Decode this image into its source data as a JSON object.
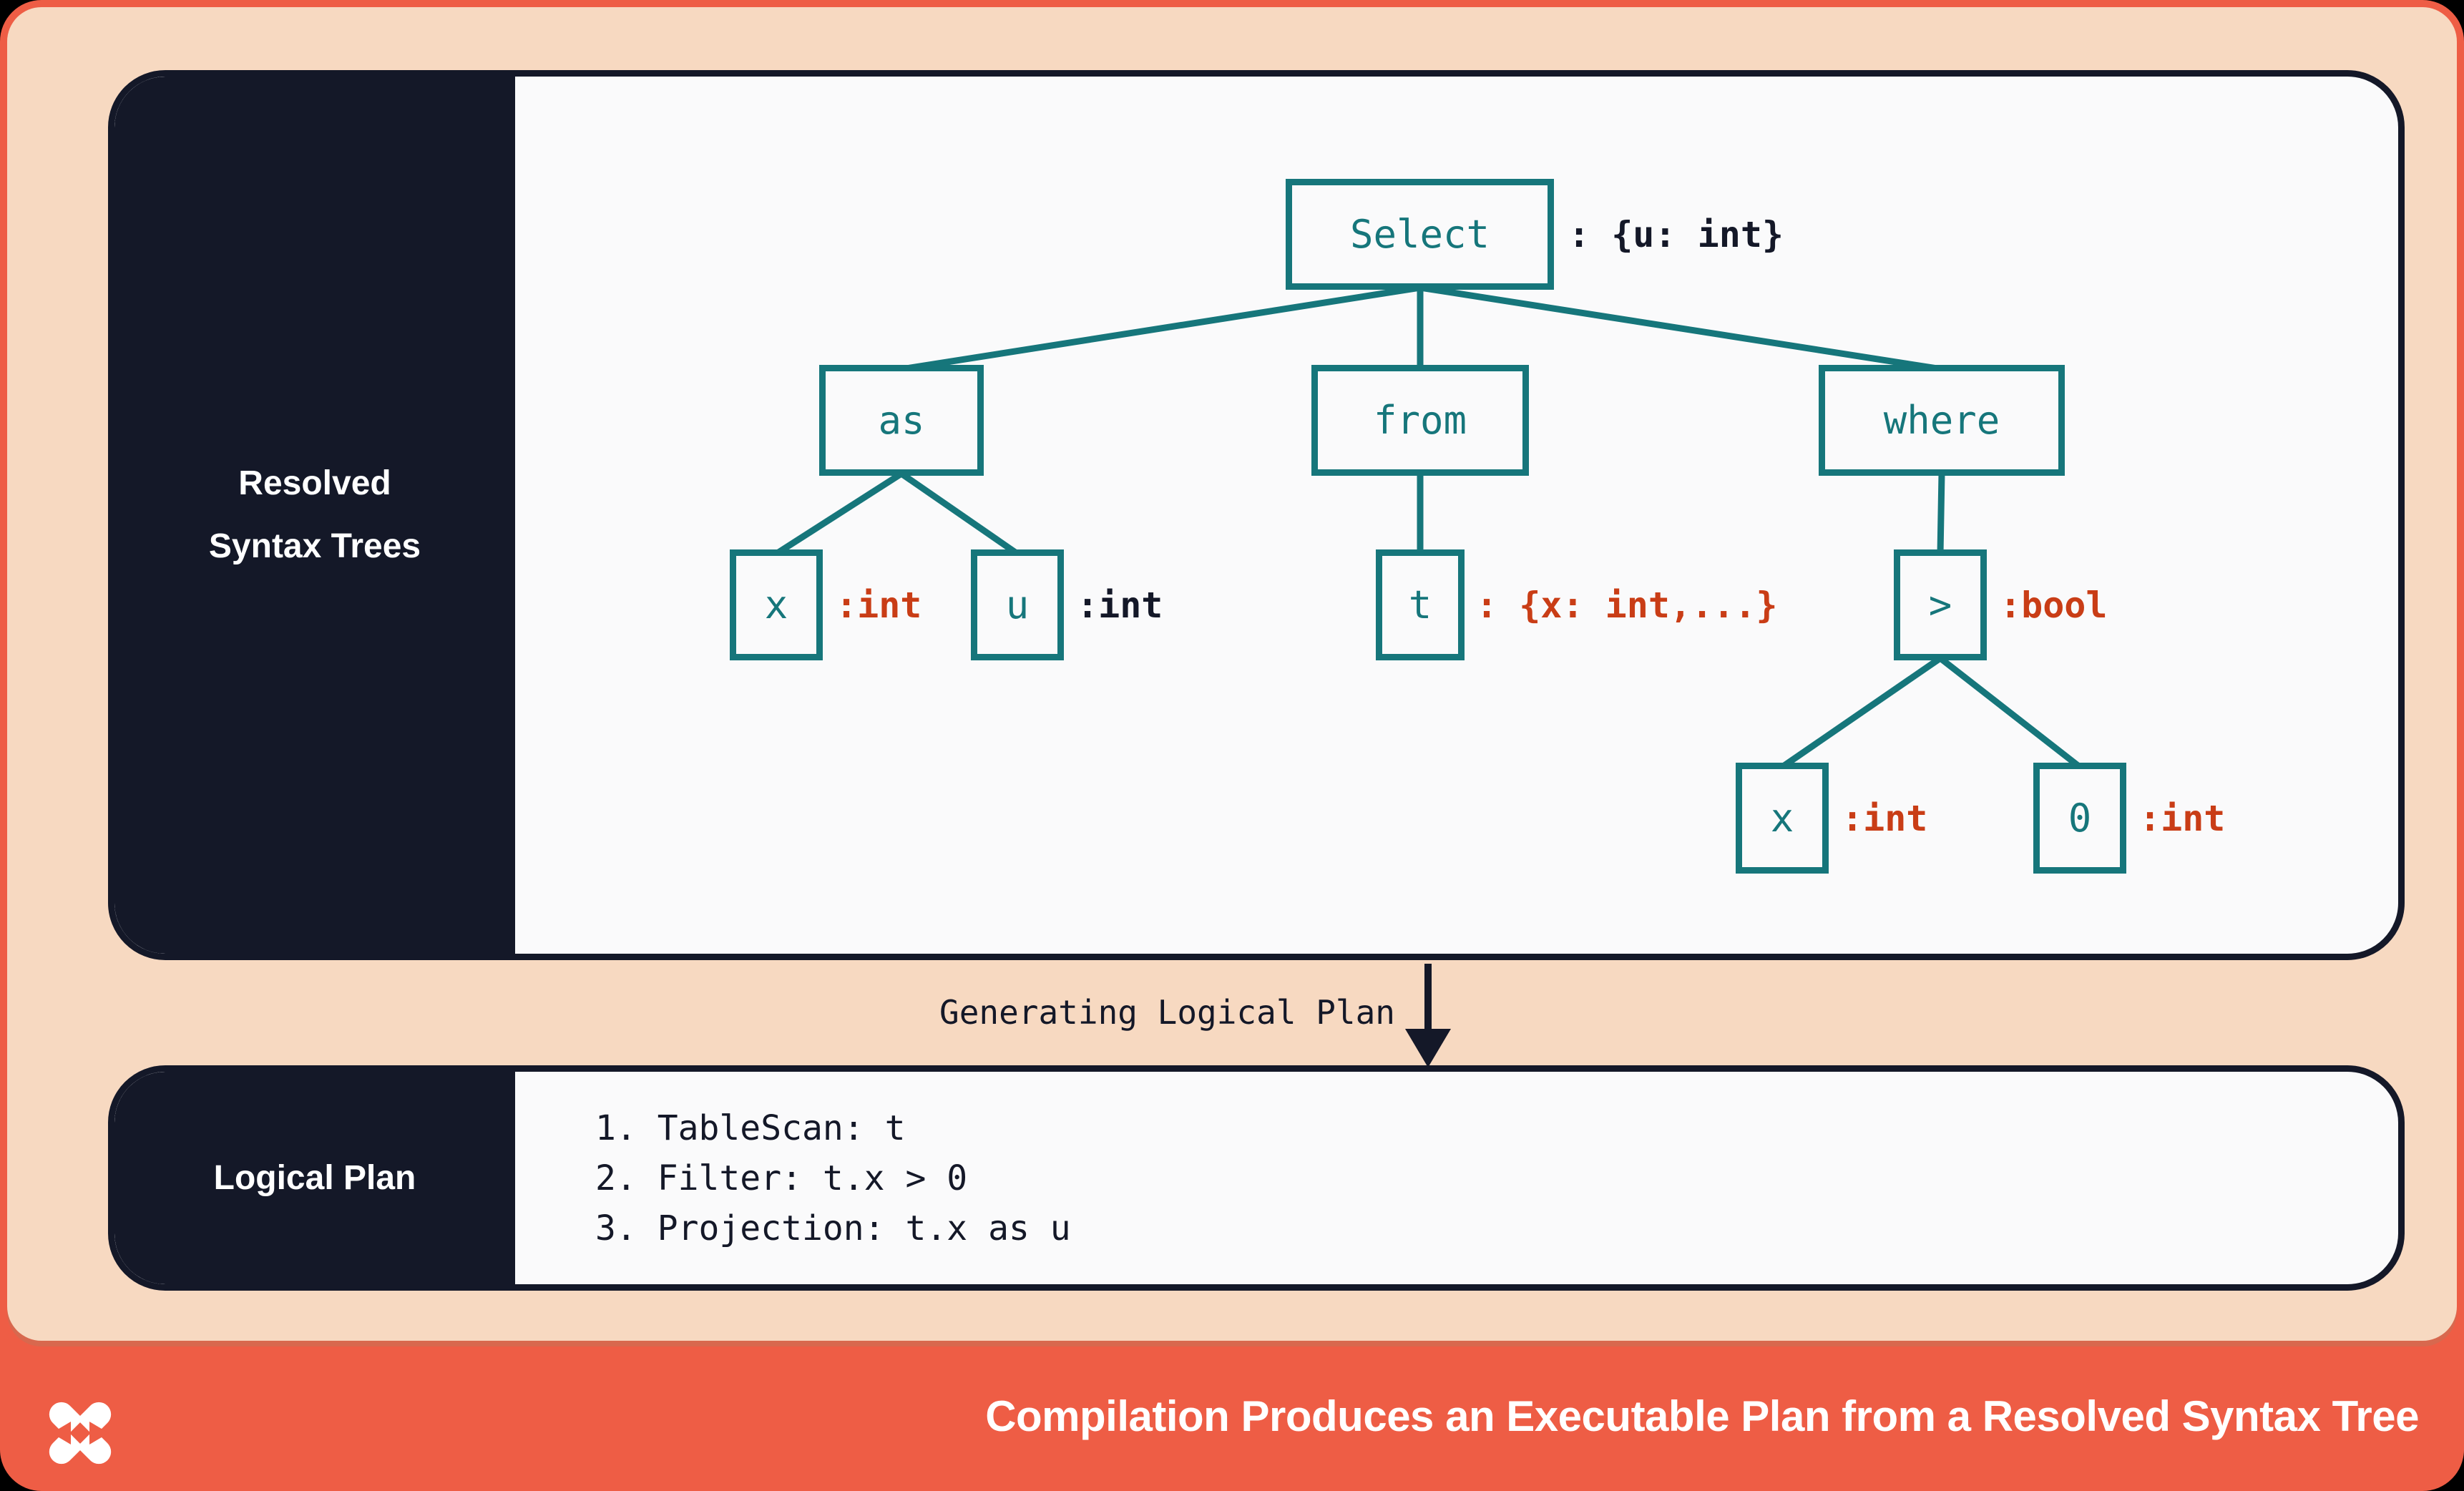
{
  "colors": {
    "coral": "#EE5D45",
    "peach": "#F7D9C1",
    "navy": "#141828",
    "panel_white": "#FAFAFB",
    "teal": "#16767B",
    "red": "#C93D16"
  },
  "sidebar_top": {
    "line1": "Resolved",
    "line2": "Syntax Trees"
  },
  "sidebar_bottom": {
    "label": "Logical Plan"
  },
  "tree": {
    "select": {
      "label": "Select",
      "annotation": ": {u: int}"
    },
    "as": {
      "label": "as"
    },
    "from": {
      "label": "from"
    },
    "where": {
      "label": "where"
    },
    "x1": {
      "label": "x",
      "annotation": ":int"
    },
    "u": {
      "label": "u",
      "annotation": ":int"
    },
    "t": {
      "label": "t",
      "annotation": ": {x: int,...}"
    },
    "gt": {
      "label": ">",
      "annotation": ":bool"
    },
    "x2": {
      "label": "x",
      "annotation": ":int"
    },
    "zero": {
      "label": "0",
      "annotation": ":int"
    }
  },
  "transition": {
    "label": "Generating Logical Plan"
  },
  "plan": {
    "steps": [
      "1. TableScan: t",
      "2. Filter: t.x > 0",
      "3. Projection: t.x as u"
    ]
  },
  "footer": {
    "logo": "dolt-logo",
    "title": "Compilation Produces an Executable Plan from a Resolved Syntax Tree"
  }
}
